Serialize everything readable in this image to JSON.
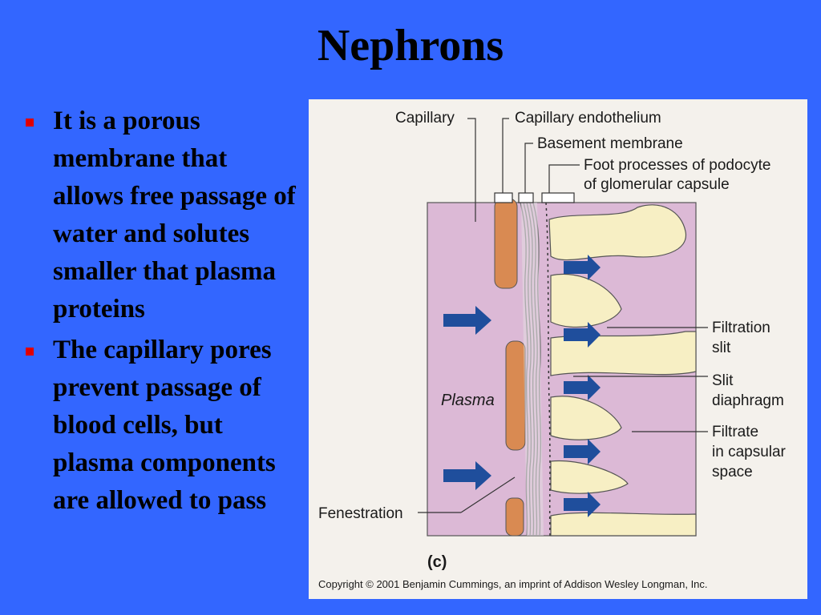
{
  "title": "Nephrons",
  "bullets": [
    "It is a porous membrane that allows free passage of water and solutes smaller that plasma proteins",
    "The capillary pores prevent passage of blood cells, but plasma components are allowed to pass"
  ],
  "figure": {
    "labels": {
      "capillary": "Capillary",
      "capillary_endothelium": "Capillary endothelium",
      "basement_membrane": "Basement membrane",
      "foot_processes_1": "Foot processes of podocyte",
      "foot_processes_2": "of glomerular capsule",
      "filtration_slit_1": "Filtration",
      "filtration_slit_2": "slit",
      "slit_diaphragm_1": "Slit",
      "slit_diaphragm_2": "diaphragm",
      "filtrate_1": "Filtrate",
      "filtrate_2": "in capsular",
      "filtrate_3": "space",
      "plasma": "Plasma",
      "fenestration": "Fenestration",
      "panel": "(c)"
    },
    "copyright": "Copyright © 2001 Benjamin Cummings, an imprint of Addison Wesley Longman, Inc.",
    "colors": {
      "background": "#f4f1ec",
      "tissue": "#dcb9d6",
      "endothelium": "#d98a52",
      "foot_process": "#f7efc4",
      "arrow": "#1f4e9c",
      "slide_background": "#3366ff",
      "bullet": "#e00000"
    }
  }
}
